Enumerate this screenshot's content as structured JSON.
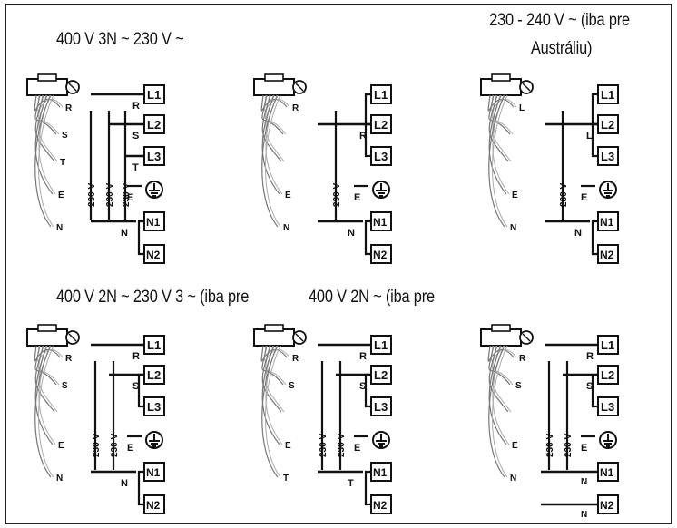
{
  "captions": {
    "c1": "400 V 3N ~ 230 V ~",
    "c3_line1": "230 - 240 V ~ (iba pre",
    "c3_line2": "Austráliu)",
    "c4": "400 V 2N ~ 230 V 3 ~ (iba pre",
    "c5": "400 V 2N ~ (iba pre"
  },
  "voltage": "230 V",
  "terminals": {
    "L1": "L1",
    "L2": "L2",
    "L3": "L3",
    "N1": "N1",
    "N2": "N2",
    "earth_symbol": "ground-terminal-icon"
  },
  "wires": {
    "R": "R",
    "S": "S",
    "T": "T",
    "L": "L",
    "E": "E",
    "N": "N"
  },
  "colors": {
    "line": "#111111",
    "wire": "#777777",
    "text": "#111111"
  }
}
